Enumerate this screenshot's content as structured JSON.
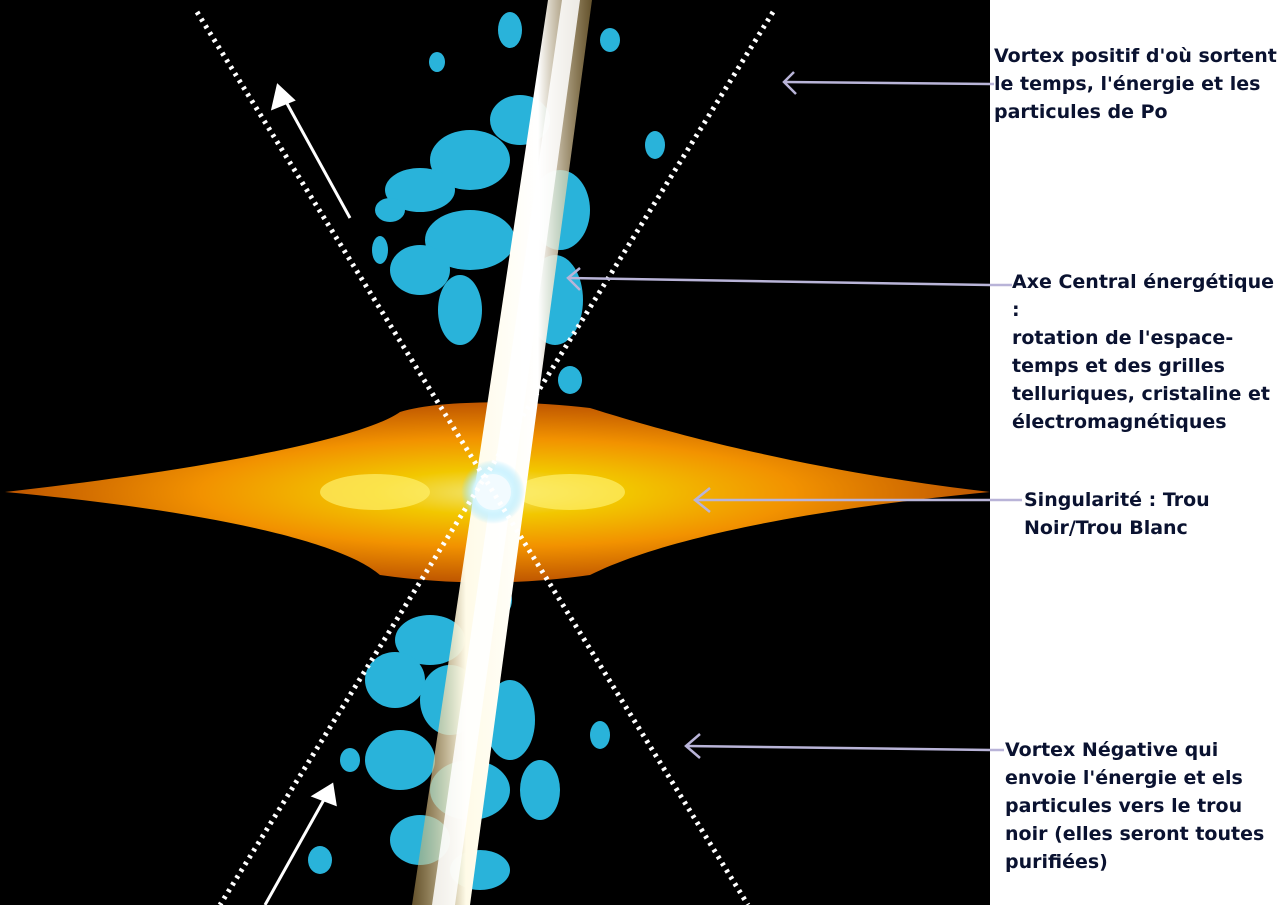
{
  "colors": {
    "background": "#000000",
    "dotted_cone": "#ffffff",
    "accretion_disk": "#ff9a00",
    "disk_core": "#ffd200",
    "plasma": "#2ec7f2",
    "jet": "#fffbe8",
    "pointer_line": "#b9b4d8",
    "label_text": "#0a1230"
  },
  "labels": {
    "vortex_positive": "Vortex positif d'où sortent\nle temps, l'énergie et les\nparticules de Po",
    "central_axis": "Axe Central énergétique :\nrotation de l'espace-\ntemps et des grilles\ntelluriques, cristaline et\nélectromagnétiques",
    "singularity": "Singularité : Trou\nNoir/Trou Blanc",
    "vortex_negative": "Vortex Négative qui\nenvoie l'énergie et els\nparticules vers le trou\nnoir (elles seront toutes\npurifiées)"
  },
  "icons": {
    "upper_flow": "arrow-up-left-icon",
    "lower_flow": "arrow-up-right-icon"
  }
}
